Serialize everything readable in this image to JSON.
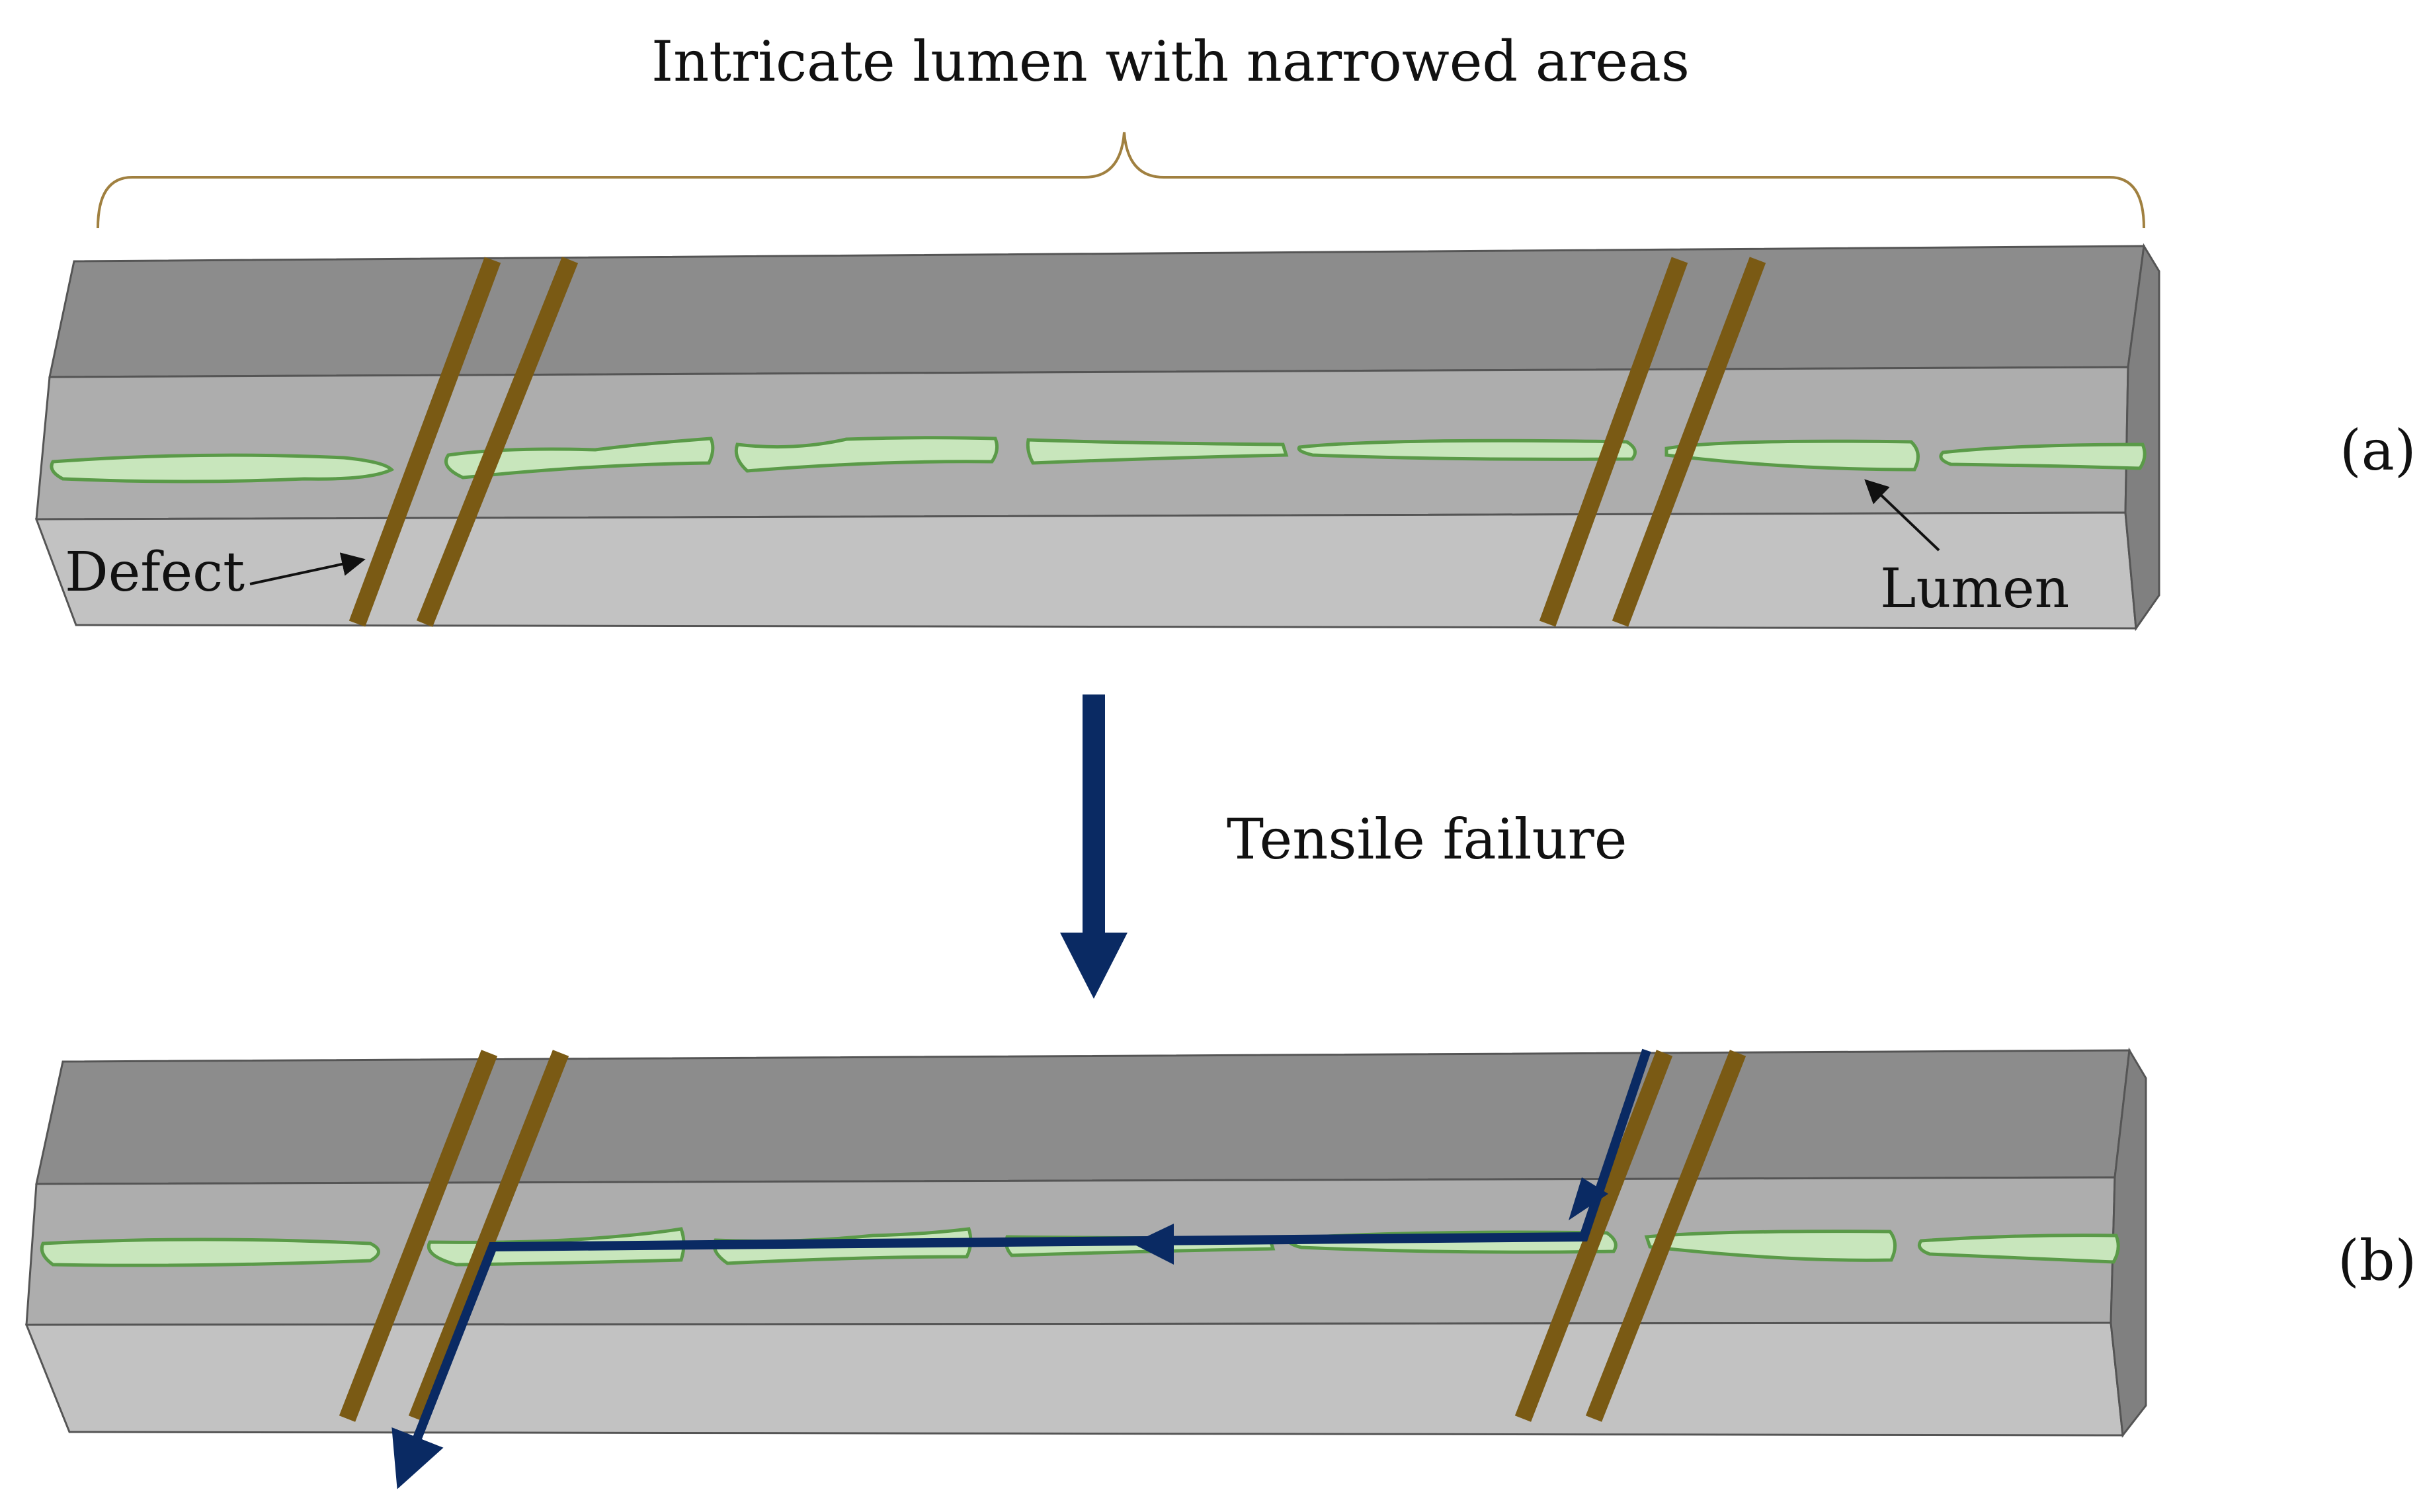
{
  "title": "Intricate lumen with narrowed areas",
  "transition_label": "Tensile failure",
  "panels": {
    "a": {
      "label": "(a)"
    },
    "b": {
      "label": "(b)"
    }
  },
  "annotations": {
    "defect": "Defect",
    "lumen": "Lumen"
  },
  "colors": {
    "fiber_top": "#8c8c8c",
    "fiber_mid": "#adadad",
    "fiber_bottom": "#c2c2c2",
    "fiber_end": "#808080",
    "lumen_fill": "#c8e6bc",
    "lumen_stroke": "#5a9a48",
    "defect_band": "#7a5a14",
    "brace": "#a08040",
    "crack_path": "#0a2a63"
  }
}
